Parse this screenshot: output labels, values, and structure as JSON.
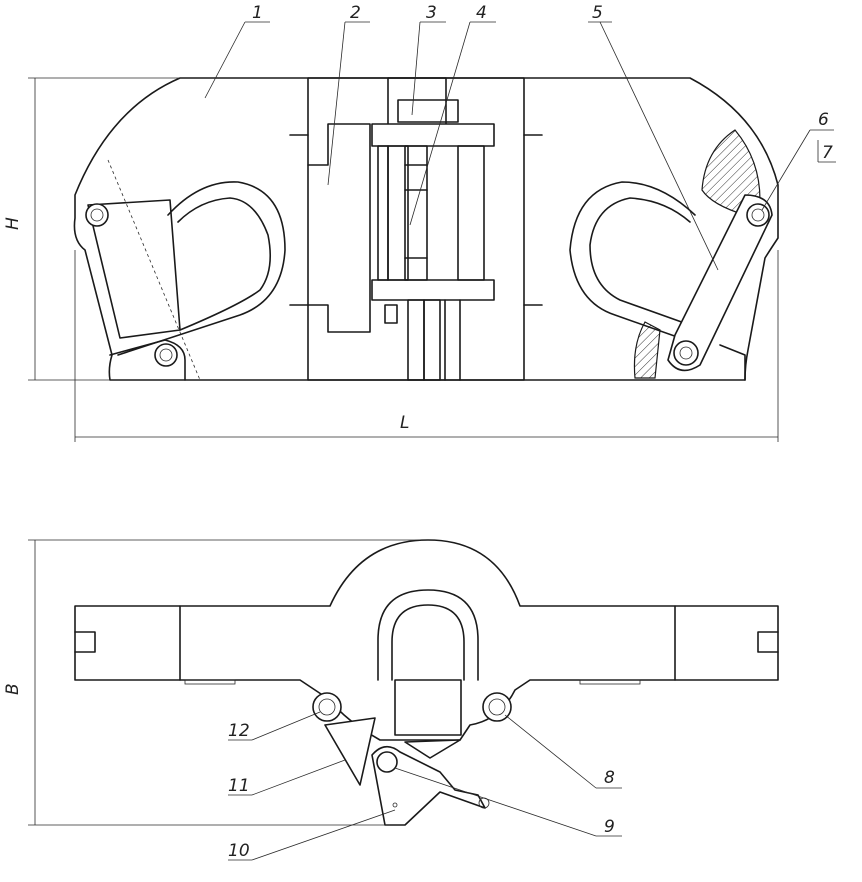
{
  "dimensions": {
    "height": "H",
    "length": "L",
    "width": "B"
  },
  "callouts": [
    "1",
    "2",
    "3",
    "4",
    "5",
    "6",
    "7",
    "8",
    "9",
    "10",
    "11",
    "12"
  ]
}
